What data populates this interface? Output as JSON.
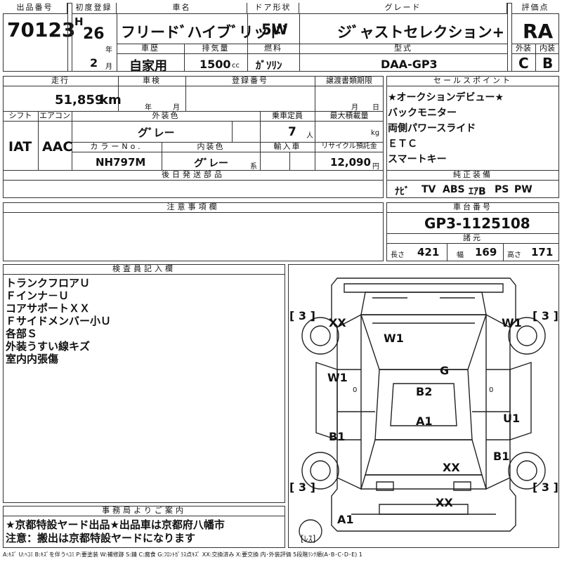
{
  "header": {
    "lot_label": "出品番号",
    "lot_number": "70123",
    "reg_label": "初度登録",
    "era": "H",
    "year": "26",
    "year_unit": "年",
    "month": "2",
    "month_unit": "月",
    "car_name_label": "車名",
    "car_name": "フリードﾞハイブﾞリッドﾞ",
    "door_label": "ドア形状",
    "door": "5W",
    "grade_label": "グレード",
    "grade": "ジﾞャストセレクション+",
    "score_label": "評価点",
    "score": "RA",
    "history_label": "車歴",
    "history": "自家用",
    "displacement_label": "排気量",
    "displacement": "1500",
    "displacement_unit": "cc",
    "fuel_label": "燃料",
    "fuel": "ｶﾞｿﾘﾝ",
    "model_label": "型式",
    "model": "DAA-GP3",
    "exterior_label": "外装",
    "exterior_grade": "C",
    "interior_label": "内装",
    "interior_grade": "B"
  },
  "spec": {
    "mileage_label": "走行",
    "mileage": "51,859",
    "mileage_unit": "km",
    "inspection_label": "車検",
    "inspection_year_unit": "年",
    "inspection_month_unit": "月",
    "regno_label": "登録番号",
    "transfer_label": "譲渡書類期限",
    "transfer_month_unit": "月",
    "transfer_day_unit": "日",
    "shift_label": "シフト",
    "shift": "IAT",
    "ac_label": "エアコン",
    "ac": "AAC",
    "color_label": "外装色",
    "color": "グﾞレー",
    "capacity_label": "乗車定員",
    "capacity": "7",
    "capacity_unit": "人",
    "load_label": "最大積載量",
    "load_unit": "kg",
    "colorno_label": "カラーNo.",
    "colorno": "NH797M",
    "interior_color_label": "内装色",
    "interior_color": "グﾞレー",
    "interior_color_unit": "系",
    "import_label": "輸入車",
    "recycle_label": "リサイクル預託金",
    "recycle": "12,090",
    "recycle_unit": "円",
    "later_parts_label": "後日発送部品"
  },
  "sales_points": {
    "label": "セールスポイント",
    "items": [
      "★オークションデビュー★",
      "バックモニター",
      "両側パワースライド",
      "ＥＴＣ",
      "スマートキー"
    ]
  },
  "equipment": {
    "label": "純正装備",
    "items": [
      "ﾅﾋﾞ",
      "TV",
      "ABS",
      "ｴｱB",
      "PS",
      "PW"
    ]
  },
  "notes": {
    "label": "注意事項欄"
  },
  "chassis": {
    "label": "車台番号",
    "number": "GP3-1125108",
    "dims_label": "諸元",
    "length_label": "長さ",
    "length": "421",
    "width_label": "幅",
    "width": "169",
    "height_label": "高さ",
    "height": "171"
  },
  "inspector": {
    "label": "検査員記入欄",
    "lines": [
      "トランクフロアＵ",
      "Ｆインナ－Ｕ",
      "コアサポートＸＸ",
      "Ｆサイドメンバー小Ｕ",
      "各部Ｓ",
      "外装うすい線キズ",
      "室内内張傷"
    ]
  },
  "office": {
    "label": "事務局よりご案内",
    "lines": [
      "★京都特設ヤード出品★出品車は京都府八幡市",
      "注意：搬出は京都特設ヤードになります"
    ]
  },
  "diagram": {
    "marks": {
      "xx_fl": "XX",
      "w1_fr": "W1",
      "w1_hood": "W1",
      "g_windshield": "G",
      "w1_left": "W1",
      "b2_roof": "B2",
      "a1_roof": "A1",
      "u1_right": "U1",
      "b1_left": "B1",
      "xx_rear": "XX",
      "b1_right": "B1",
      "xx_bottom": "XX",
      "a1_bottom": "A1"
    },
    "tire_marks": {
      "fl": "[ 3 ]",
      "fr": "[ 3 ]",
      "rl": "[ 3 ]",
      "rr": "[ 3 ]"
    },
    "spare": "[ﾚｽ]",
    "zero": "0"
  },
  "legend": "A:ｷｽﾞ U:ﾍｺﾐ B:ｷｽﾞを伴うﾍｺﾐ P:要塗装 W:補修跡 S:錆 C:腐食 G:ﾌﾛﾝﾄｶﾞﾗｽ点ｷｽﾞ XX:交換済み X:要交換 内･外装評価 5段階ﾗﾝｸ順(A･B･C･D･E) 1"
}
